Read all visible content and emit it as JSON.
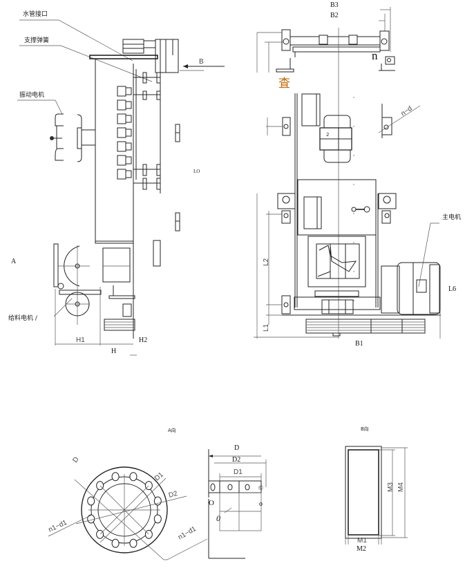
{
  "side_view": {
    "labels": {
      "water_inlet": "水管接口",
      "support_spring": "支撑弹簧",
      "vibration_motor": "振动电机",
      "feed_motor": "给料电机 /",
      "view_a": "A",
      "view_b": "B",
      "lo": "LO",
      "h1": "H1",
      "h": "H",
      "h2": "H2"
    }
  },
  "front_view": {
    "labels": {
      "b3": "B3",
      "b2": "B2",
      "n": "n",
      "cha": "査",
      "n_d": "n−d",
      "two": "2",
      "main_motor": "主电机",
      "l6": "L6",
      "l2": "L2",
      "l1": "L1",
      "b1": "B1"
    }
  },
  "view_a_detail": {
    "title": "A向",
    "labels": {
      "d": "D",
      "d1": "D1",
      "d2": "D2",
      "n1_d1_left": "n1−d1",
      "n1_d1_right": "n1−d1",
      "side_d": "D",
      "side_d2": "D2",
      "side_d1": "D1",
      "o_left": "O",
      "o_right": "o",
      "zero": "0",
      "copyright": "©"
    }
  },
  "view_b_detail": {
    "title": "B向",
    "labels": {
      "m1": "M1",
      "m2": "M2",
      "m3": "M3",
      "m4": "M4"
    }
  },
  "colors": {
    "line": "#222222",
    "accent": "#c06a10"
  }
}
